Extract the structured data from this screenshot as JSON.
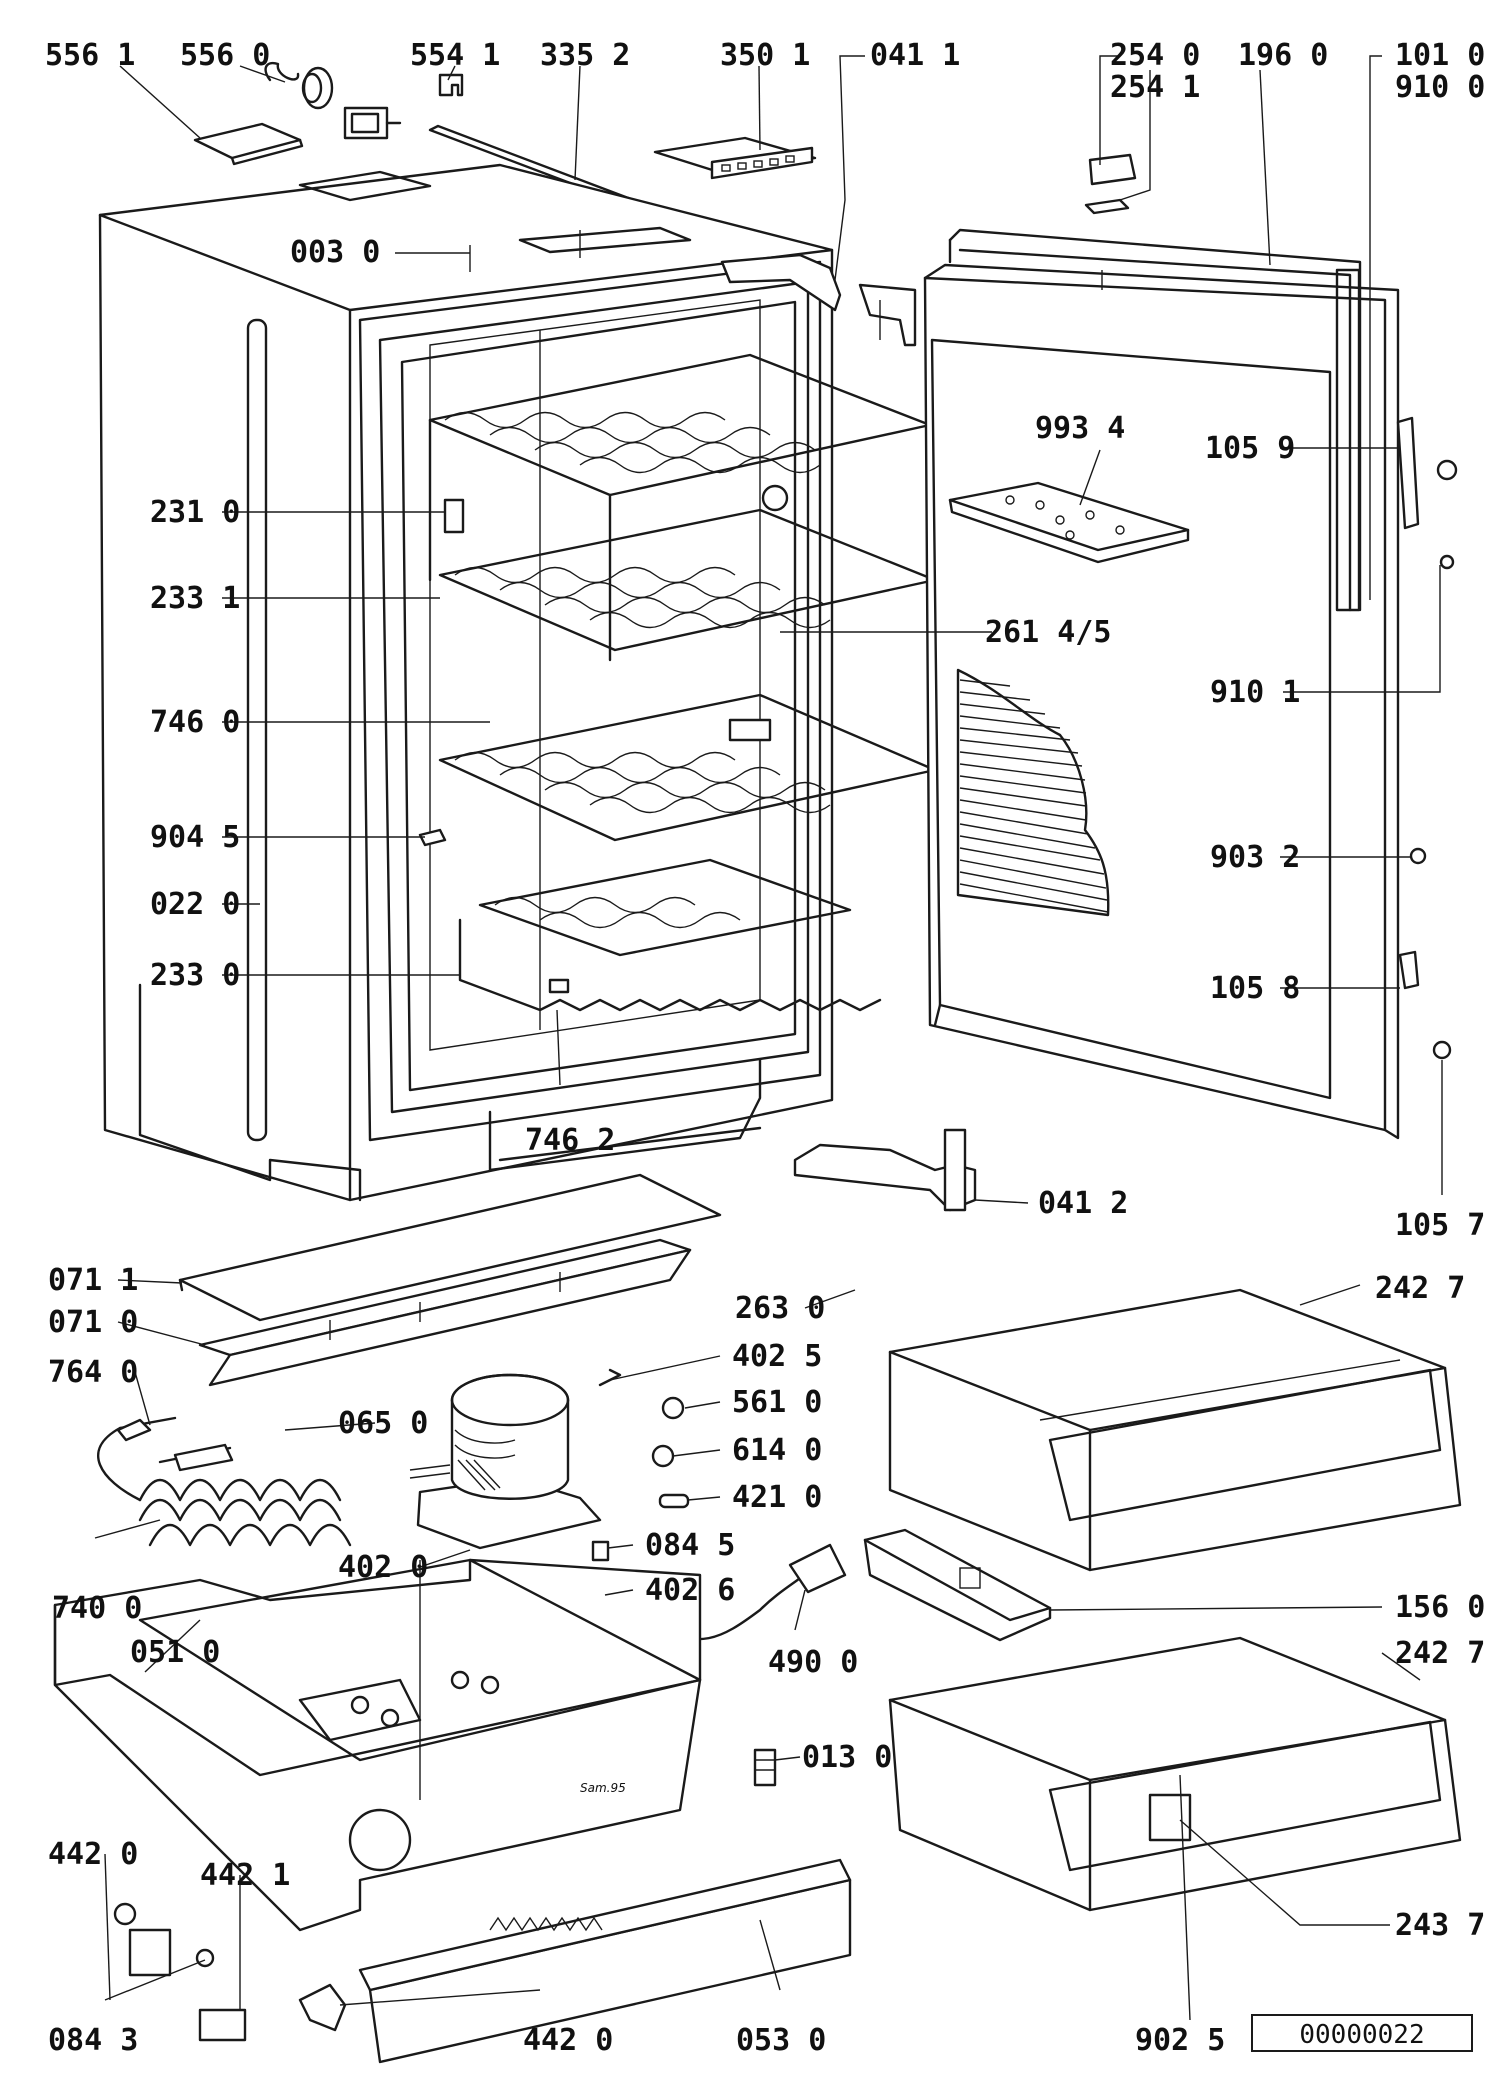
{
  "labels": {
    "l_556_1": "556 1",
    "l_556_0": "556 0",
    "l_554_1": "554 1",
    "l_335_2": "335 2",
    "l_350_1": "350 1",
    "l_041_1": "041 1",
    "l_254_0": "254 0",
    "l_254_1": "254 1",
    "l_196_0": "196 0",
    "l_101_0": "101 0",
    "l_910_0": "910 0",
    "l_003_0": "003 0",
    "l_993_4": "993 4",
    "l_105_9": "105 9",
    "l_231_0": "231 0",
    "l_233_1": "233 1",
    "l_261_45": "261 4/5",
    "l_910_1": "910 1",
    "l_746_0": "746 0",
    "l_904_5": "904 5",
    "l_903_2": "903 2",
    "l_022_0": "022 0",
    "l_233_0": "233 0",
    "l_105_8": "105 8",
    "l_746_2": "746 2",
    "l_041_2": "041 2",
    "l_105_7": "105 7",
    "l_071_1": "071 1",
    "l_071_0": "071 0",
    "l_263_0": "263 0",
    "l_242_7a": "242 7",
    "l_764_0": "764 0",
    "l_402_5": "402 5",
    "l_561_0": "561 0",
    "l_065_0": "065 0",
    "l_614_0": "614 0",
    "l_421_0": "421 0",
    "l_084_5": "084 5",
    "l_402_0": "402 0",
    "l_402_6": "402 6",
    "l_740_0": "740 0",
    "l_156_0": "156 0",
    "l_242_7b": "242 7",
    "l_051_0": "051 0",
    "l_490_0": "490 0",
    "l_013_0": "013 0",
    "l_442_0a": "442 0",
    "l_442_1": "442 1",
    "l_243_7": "243 7",
    "l_084_3": "084 3",
    "l_442_0b": "442 0",
    "l_053_0": "053 0",
    "l_902_5": "902 5"
  },
  "reference_number": "00000022",
  "engraving": "Sam.95"
}
